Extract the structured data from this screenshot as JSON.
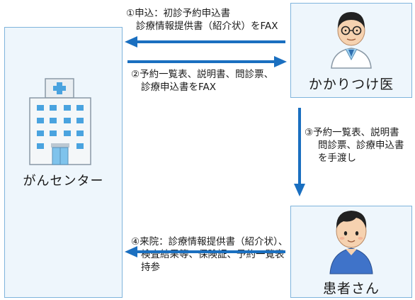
{
  "nodes": {
    "center": {
      "label": "がんセンター"
    },
    "doctor": {
      "label": "かかりつけ医"
    },
    "patient": {
      "label": "患者さん"
    }
  },
  "steps": [
    {
      "lines": [
        "①申込：初診予約申込書",
        "診療情報提供書（紹介状）をFAX"
      ]
    },
    {
      "lines": [
        "②予約一覧表、説明書、問診票、",
        "診療申込書をFAX"
      ]
    },
    {
      "lines": [
        "③予約一覧表、説明書",
        "問診票、診療申込書",
        "を手渡し"
      ]
    },
    {
      "lines": [
        "④来院：診療情報提供書（紹介状）、",
        "検査結果等、保険証、予約一覧表",
        "持参"
      ]
    }
  ],
  "colors": {
    "arrow": "#1a6fc0",
    "box_fill": "#eef6fc",
    "box_border": "#7fb4dc"
  },
  "icons": [
    "hospital-building-icon",
    "doctor-icon",
    "patient-icon"
  ]
}
